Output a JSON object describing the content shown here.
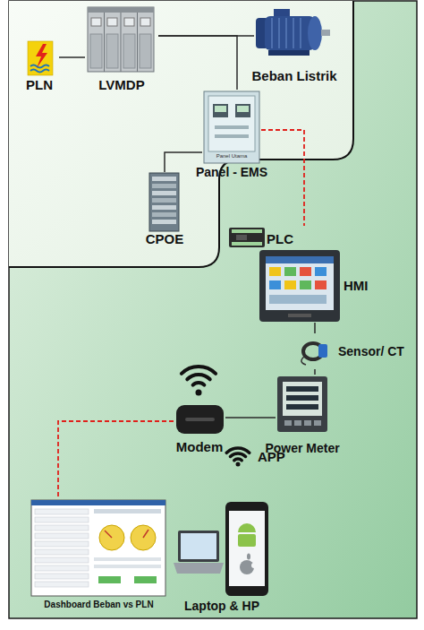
{
  "diagram": {
    "nodes": [
      {
        "text": [
          "PLN"
        ]
      },
      {
        "text": [
          "LVMDP"
        ]
      },
      {
        "text": [
          "Beban Listrik"
        ]
      },
      {
        "text": [
          "Panel - EMS"
        ]
      },
      {
        "text": [
          "CPOE"
        ]
      },
      {
        "text": [
          "PLC"
        ]
      },
      {
        "text": [
          "HMI"
        ]
      },
      {
        "text": [
          "Sensor/ CT"
        ]
      },
      {
        "text": [
          "Power Meter"
        ]
      },
      {
        "text": [
          "Modem"
        ]
      },
      {
        "text": [
          "APP"
        ]
      },
      {
        "text": [
          "Dashboard Beban vs PLN"
        ]
      },
      {
        "text": [
          "Laptop & HP"
        ]
      }
    ],
    "edges": [
      {
        "from": 0,
        "to": 1,
        "arrow": "none"
      },
      {
        "from": 1,
        "to": 2,
        "arrow": "none"
      },
      {
        "from": 1,
        "to": 3,
        "arrow": "none"
      },
      {
        "from": 3,
        "to": 4,
        "arrow": "none"
      },
      {
        "from": 3,
        "to": 5,
        "arrow": "none"
      },
      {
        "from": 6,
        "to": 7,
        "arrow": "none"
      },
      {
        "from": 7,
        "to": 8,
        "arrow": "none"
      },
      {
        "from": 8,
        "to": 9,
        "arrow": "none"
      },
      {
        "from": 9,
        "to": 11,
        "arrow": "none"
      }
    ],
    "labels": [
      "Panel Utama"
    ]
  }
}
